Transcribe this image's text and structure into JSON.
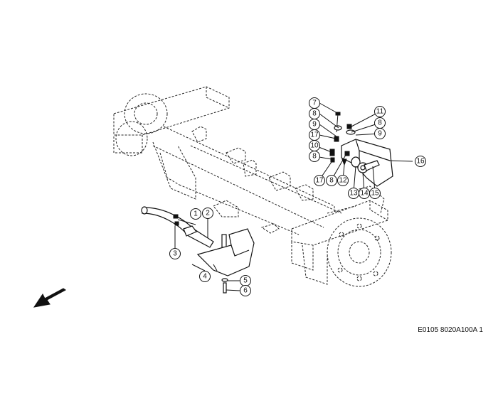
{
  "diagram": {
    "reference_code": "E0105 8020A100A 1",
    "callouts": [
      "7",
      "8",
      "9",
      "17",
      "10",
      "8",
      "17",
      "8",
      "12",
      "11",
      "8",
      "9",
      "16",
      "13",
      "14",
      "15",
      "1",
      "2",
      "3",
      "4",
      "5",
      "6"
    ],
    "icons": {
      "direction": "arrow-icon"
    }
  }
}
